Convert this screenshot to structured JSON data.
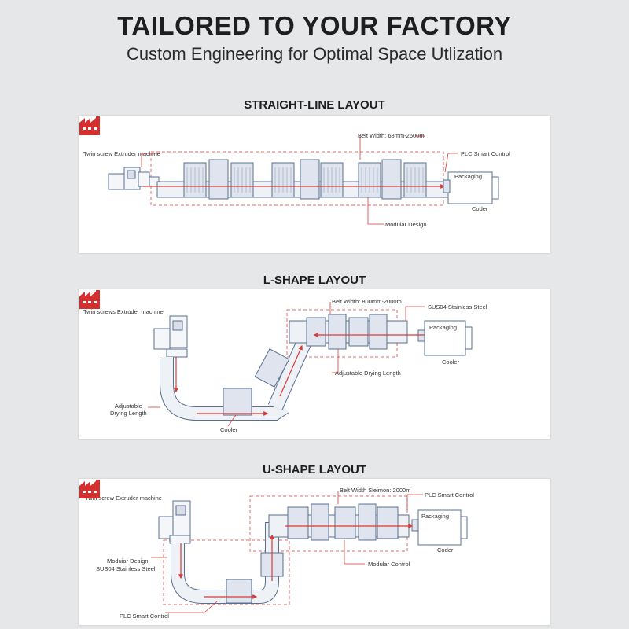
{
  "header": {
    "title": "TAILORED TO YOUR FACTORY",
    "subtitle": "Custom Engineering for Optimal Space Utlization"
  },
  "icons": {
    "logo": "factory-icon",
    "logo_color": "#d32f2f"
  },
  "colors": {
    "line": "#5a6f8f",
    "arrow": "#d83a3a",
    "dash": "#e06a6a"
  },
  "sections": [
    {
      "title": "STRAIGHT-LINE LAYOUT",
      "labels": {
        "extruder": "Twin screw Extruder machine",
        "belt": "Belt Width: 68mm-2600m",
        "plc": "PLC Smart Control",
        "packaging": "Packaging",
        "coder": "Coder",
        "modular": "Modular Design"
      }
    },
    {
      "title": "L-SHAPE LAYOUT",
      "labels": {
        "extruder": "Twin screws Extruder machine",
        "belt": "Belt Width: 800mm-2000m",
        "steel": "SUS04 Stainless Steel",
        "packaging": "Packaging",
        "coder": "Cooler",
        "adjustable": "Adjustable\nDrying Length",
        "drying": "Adjustable Drying Length",
        "cooler": "Cooler"
      }
    },
    {
      "title": "U-SHAPE LAYOUT",
      "labels": {
        "extruder": "Twin screw Extruder machine",
        "belt": "Belt Width Sleimon: 2000m",
        "plc_top": "PLC Smart Control",
        "packaging": "Packaging",
        "coder": "Coder",
        "modular_left": "Moduiar Design",
        "steel": "SUS04 Stainless Steel",
        "modular_control": "Modular Control",
        "plc_bottom": "PLC Smart Control"
      }
    }
  ]
}
